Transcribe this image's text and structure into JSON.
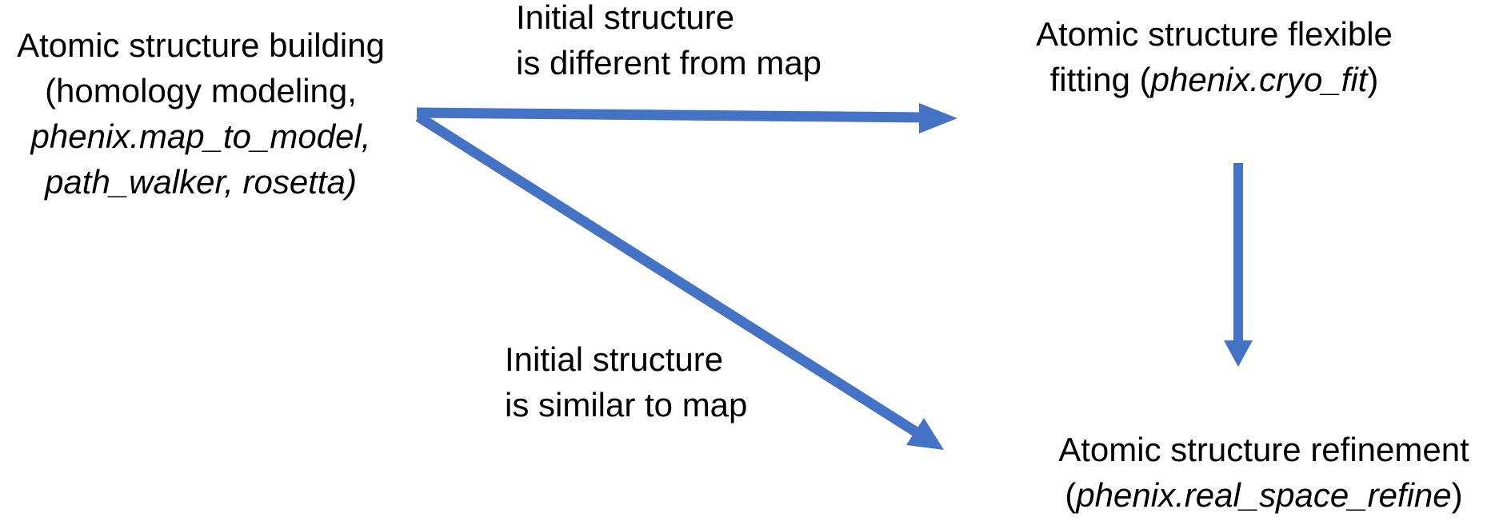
{
  "diagram": {
    "colors": {
      "arrow": "#4472c4",
      "text": "#000000",
      "background": "#ffffff"
    },
    "nodes": {
      "building": {
        "line1": "Atomic structure building",
        "line2": "(homology modeling,",
        "line3": "phenix.map_to_model,",
        "line4": "path_walker, rosetta)"
      },
      "fitting": {
        "line1": "Atomic structure flexible",
        "line2_pre": "fitting (",
        "line2_italic": "phenix.cryo_fit",
        "line2_post": ")"
      },
      "refinement": {
        "line1": "Atomic structure refinement",
        "line2_pre": "(",
        "line2_italic": "phenix.real_space_refine",
        "line2_post": ")"
      }
    },
    "edge_labels": {
      "different": {
        "line1": "Initial structure",
        "line2": "is different from map"
      },
      "similar": {
        "line1": "Initial structure",
        "line2": "is similar to map"
      }
    },
    "arrows": [
      {
        "name": "building-to-fitting",
        "from": "building",
        "to": "fitting",
        "label": "Initial structure is different from map"
      },
      {
        "name": "building-to-refinement",
        "from": "building",
        "to": "refinement",
        "label": "Initial structure is similar to map"
      },
      {
        "name": "fitting-to-refinement",
        "from": "fitting",
        "to": "refinement",
        "label": ""
      }
    ]
  }
}
